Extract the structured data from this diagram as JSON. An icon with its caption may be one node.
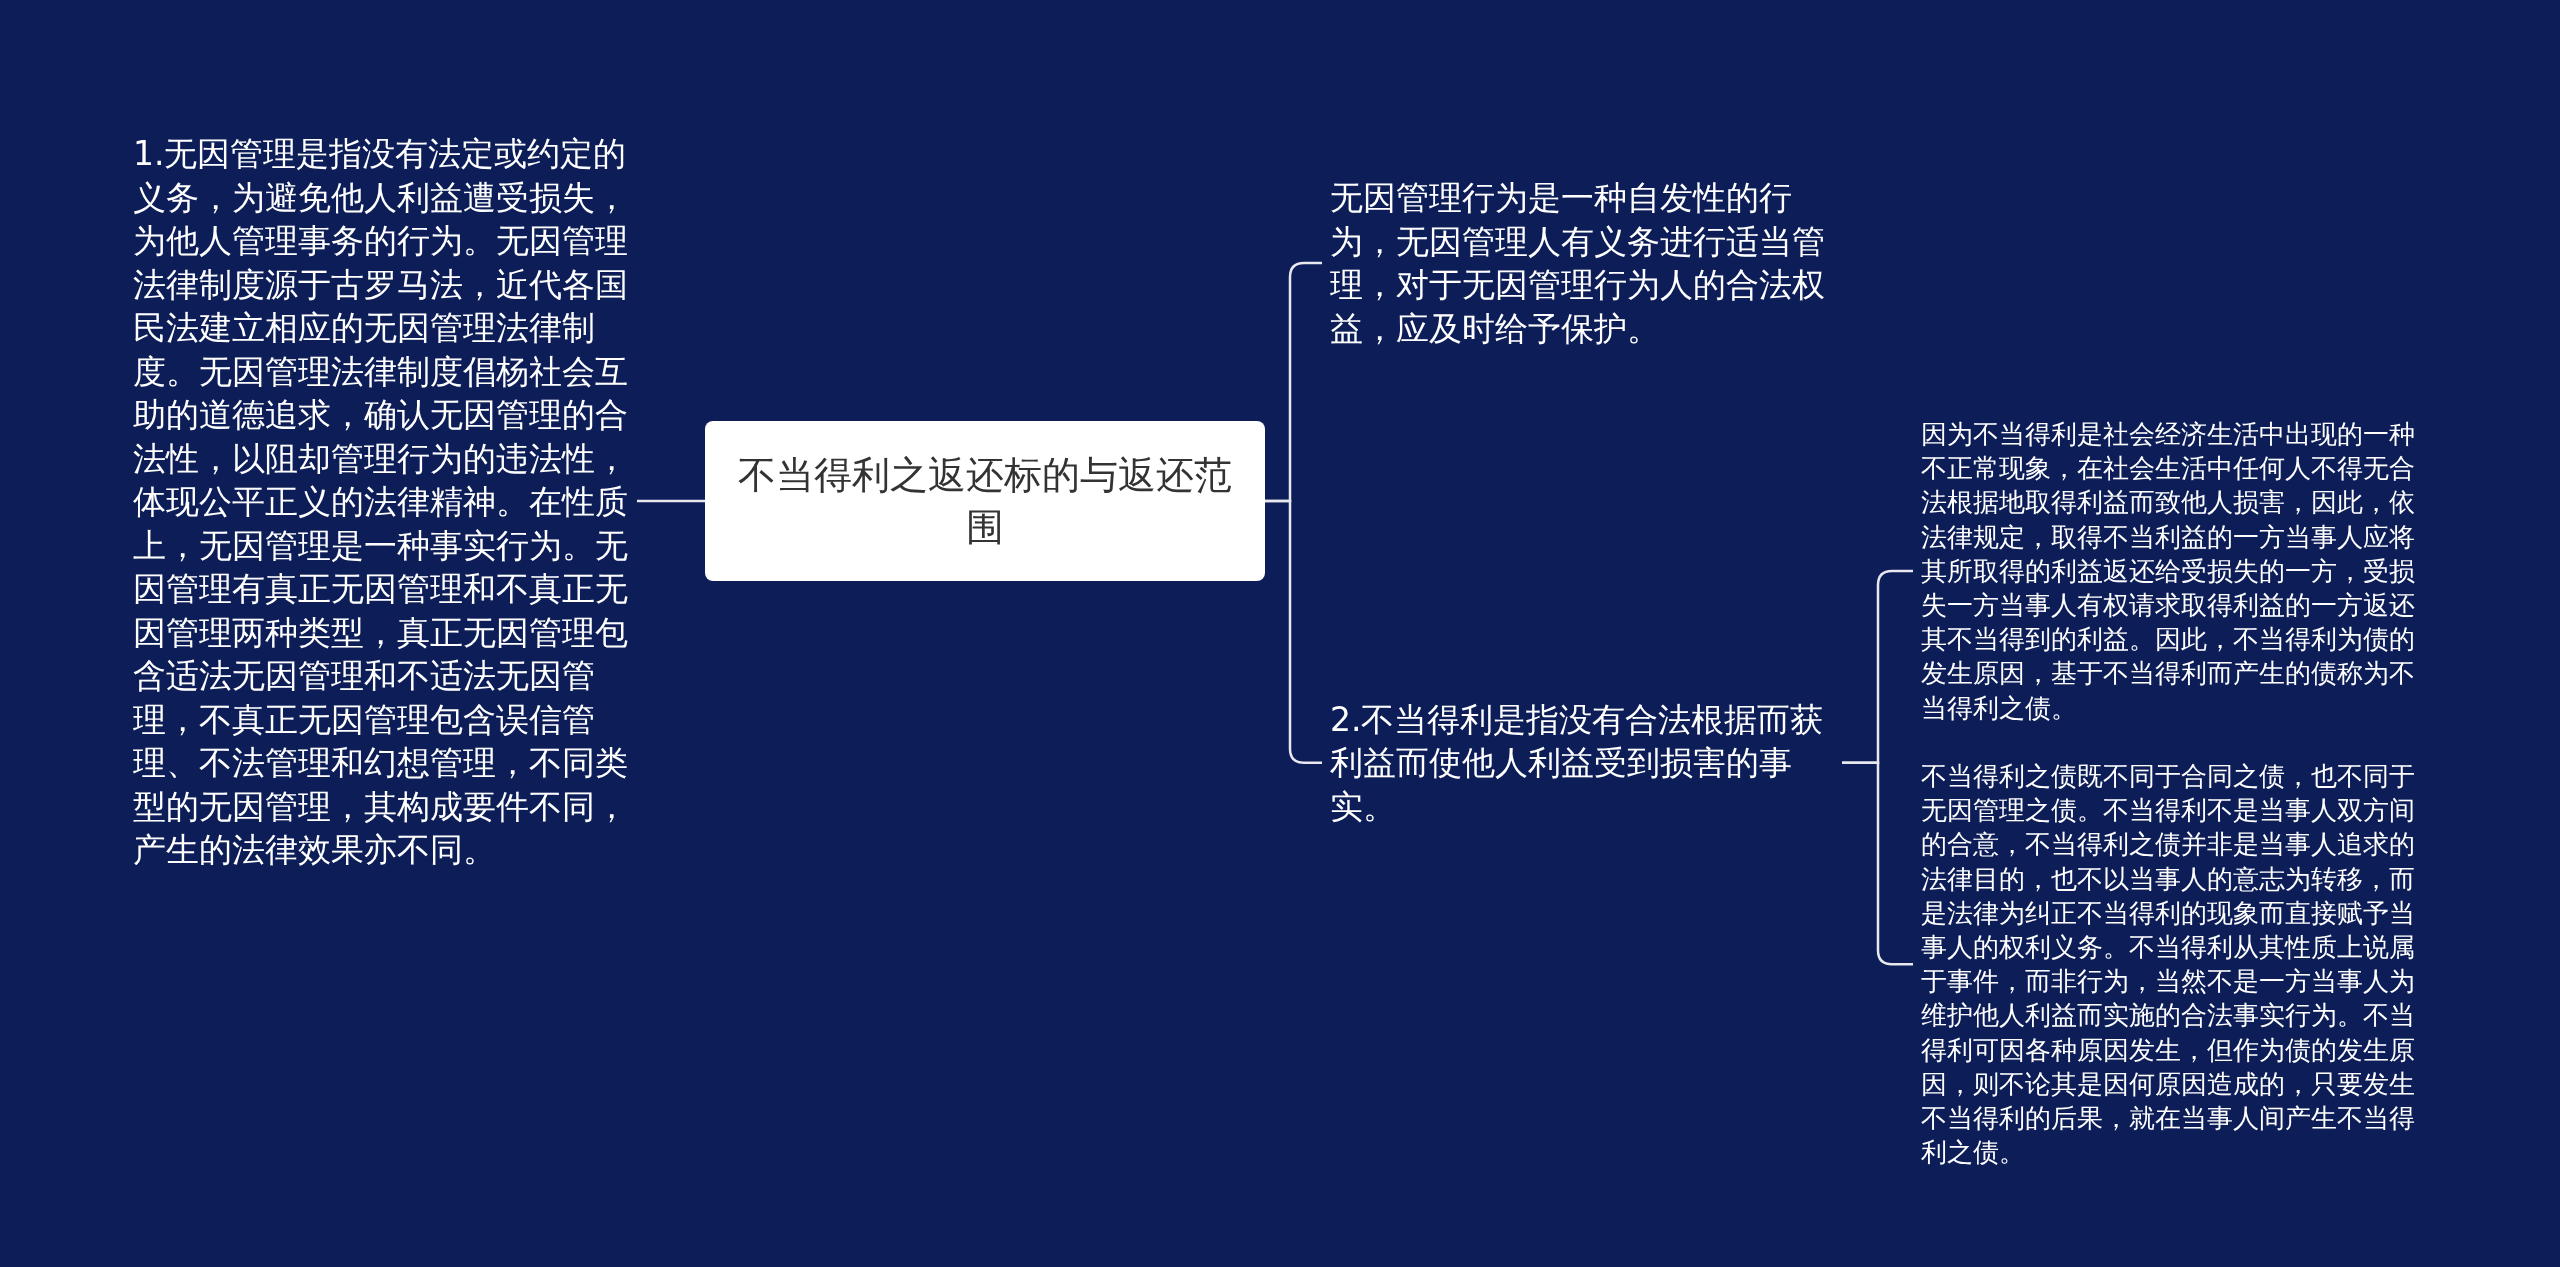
{
  "diagram": {
    "nodes": [
      {
        "text": [
          "不当得利之返还标的与返还范围"
        ]
      },
      {
        "text": [
          "1.无因管理是指没有法定或约定的义务，为避免他人利益遭受损失，为他人管理事务的行为。无因管理法律制度源于古罗马法，近代各国民法建立相应的无因管理法律制度。无因管理法律制度倡杨社会互助的道德追求，确认无因管理的合法性，以阻却管理行为的违法性，体现公平正义的法律精神。在性质上，无因管理是一种事实行为。无因管理有真正无因管理和不真正无因管理两种类型，真正无因管理包含适法无因管理和不适法无因管理，不真正无因管理包含误信管理、不法管理和幻想管理，不同类型的无因管理，其构成要件不同，产生的法律效果亦不同。"
        ]
      },
      {
        "text": [
          "无因管理行为是一种自发性的行为，无因管理人有义务进行适当管理，对于无因管理行为人的合法权益，应及时给予保护。"
        ]
      },
      {
        "text": [
          "2.不当得利是指没有合法根据而获利益而使他人利益受到损害的事实。"
        ]
      },
      {
        "text": [
          "因为不当得利是社会经济生活中出现的一种不正常现象，在社会生活中任何人不得无合法根据地取得利益而致他人损害，因此，依法律规定，取得不当利益的一方当事人应将其所取得的利益返还给受损失的一方，受损失一方当事人有权请求取得利益的一方返还其不当得到的利益。因此，不当得利为债的发生原因，基于不当得利而产生的债称为不当得利之债。"
        ]
      },
      {
        "text": [
          "不当得利之债既不同于合同之债，也不同于无因管理之债。不当得利不是当事人双方间的合意，不当得利之债并非是当事人追求的法律目的，也不以当事人的意志为转移，而是法律为纠正不当得利的现象而直接赋予当事人的权利义务。不当得利从其性质上说属于事件，而非行为，当然不是一方当事人为维护他人利益而实施的合法事实行为。不当得利可因各种原因发生，但作为债的发生原因，则不论其是因何原因造成的，只要发生不当得利的后果，就在当事人间产生不当得利之债。"
        ]
      }
    ],
    "edges": [
      {
        "from": 0,
        "to": 1,
        "arrow": "none"
      },
      {
        "from": 0,
        "to": 2,
        "arrow": "none"
      },
      {
        "from": 0,
        "to": 3,
        "arrow": "none"
      },
      {
        "from": 3,
        "to": 4,
        "arrow": "none"
      },
      {
        "from": 3,
        "to": 5,
        "arrow": "none"
      }
    ]
  }
}
